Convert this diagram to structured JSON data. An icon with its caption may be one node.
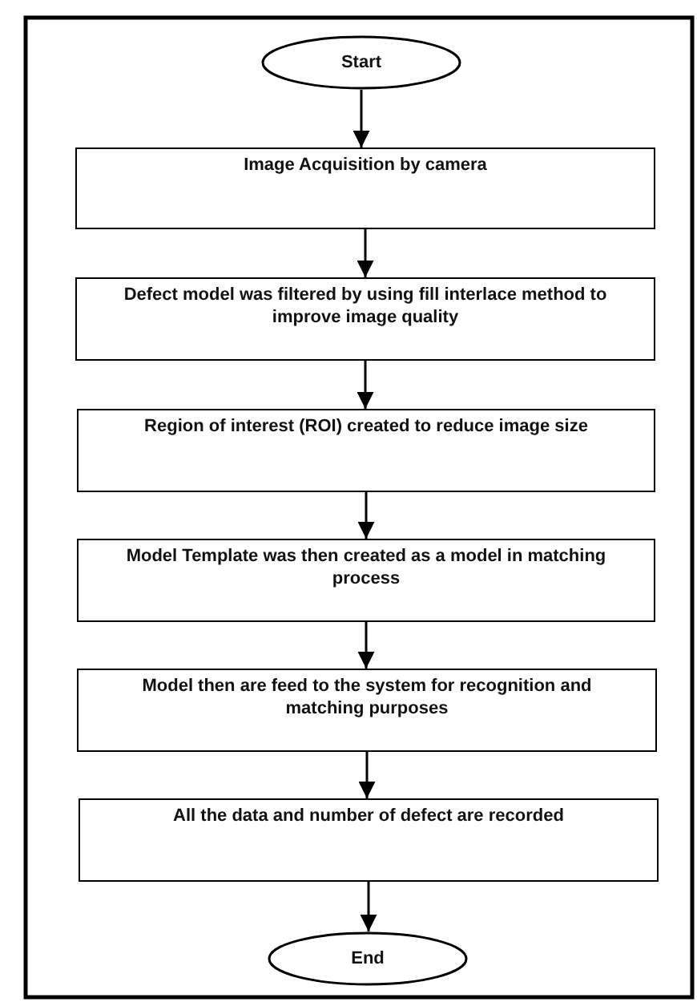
{
  "diagram": {
    "nodes": [
      {
        "text": [
          "Start"
        ]
      },
      {
        "text": [
          "Image Acquisition by camera"
        ]
      },
      {
        "text": [
          "Defect model was filtered by using fill interlace method to improve image quality"
        ]
      },
      {
        "text": [
          "Region of interest (ROI) created to reduce image size"
        ]
      },
      {
        "text": [
          "Model Template was then created as a model in matching process"
        ]
      },
      {
        "text": [
          "Model then are feed to the system for recognition and matching purposes"
        ]
      },
      {
        "text": [
          "All the data and number of defect are recorded"
        ]
      },
      {
        "text": [
          "End"
        ]
      }
    ],
    "edges": [
      {
        "from": 0,
        "to": 1,
        "arrow": "to"
      },
      {
        "from": 1,
        "to": 2,
        "arrow": "to"
      },
      {
        "from": 2,
        "to": 3,
        "arrow": "to"
      },
      {
        "from": 3,
        "to": 4,
        "arrow": "to"
      },
      {
        "from": 4,
        "to": 5,
        "arrow": "to"
      },
      {
        "from": 5,
        "to": 6,
        "arrow": "to"
      },
      {
        "from": 6,
        "to": 7,
        "arrow": "to"
      }
    ]
  }
}
